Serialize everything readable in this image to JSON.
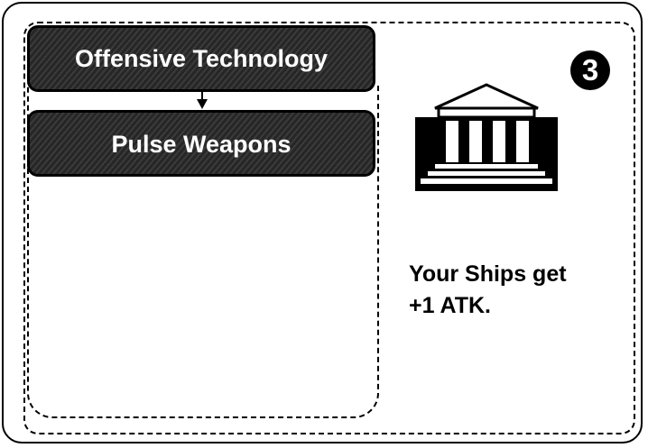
{
  "card": {
    "tech_chain": [
      {
        "label": "Offensive Technology"
      },
      {
        "label": "Pulse Weapons"
      }
    ],
    "level_badge": "3",
    "icon": "bank-building-icon",
    "effect_lines": [
      "Your Ships get",
      "+1 ATK."
    ]
  },
  "colors": {
    "card_background": "#ffffff",
    "ink": "#000000",
    "tech_box_fill": "#2a2a2a",
    "tech_box_text": "#ffffff"
  }
}
